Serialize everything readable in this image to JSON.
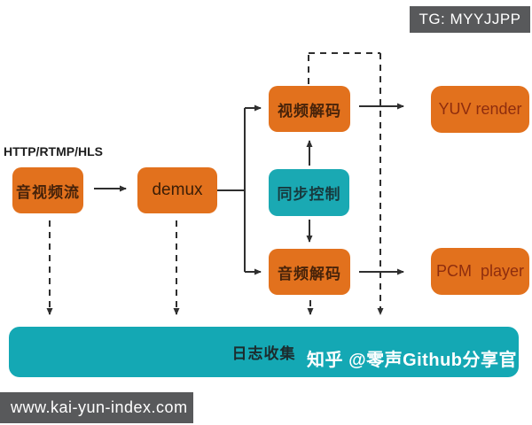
{
  "title_badge": {
    "label": "TG: MYYJJPP"
  },
  "diagram": {
    "protocol_label": "HTTP/RTMP/HLS",
    "nodes": {
      "stream": {
        "label": "音视频流"
      },
      "demux": {
        "label": "demux"
      },
      "video_decode": {
        "label": "视频解码"
      },
      "sync_control": {
        "label": "同步控制"
      },
      "audio_decode": {
        "label": "音频解码"
      },
      "yuv_render": {
        "label": "YUV render"
      },
      "pcm_player": {
        "label": "PCM  player"
      }
    },
    "edges": [
      {
        "from": "音视频流",
        "to": "demux",
        "style": "solid"
      },
      {
        "from": "demux",
        "to": "视频解码",
        "style": "solid"
      },
      {
        "from": "demux",
        "to": "音频解码",
        "style": "solid"
      },
      {
        "from": "同步控制",
        "to": "视频解码",
        "style": "solid"
      },
      {
        "from": "同步控制",
        "to": "音频解码",
        "style": "solid"
      },
      {
        "from": "视频解码",
        "to": "YUV render",
        "style": "solid"
      },
      {
        "from": "音频解码",
        "to": "PCM player",
        "style": "solid"
      },
      {
        "from": "视频解码",
        "to": "日志收集",
        "style": "dashed"
      },
      {
        "from": "音视频流",
        "to": "日志收集",
        "style": "dashed"
      },
      {
        "from": "demux",
        "to": "日志收集",
        "style": "dashed"
      },
      {
        "from": "音频解码",
        "to": "日志收集",
        "style": "dashed"
      }
    ]
  },
  "log_bar": {
    "label": "日志收集",
    "watermark": "知乎 @零声Github分享官"
  },
  "footer": {
    "url": "www.kai-yun-index.com"
  },
  "colors": {
    "node_orange": "#e2711d",
    "node_teal": "#1aa9b3",
    "log_bar_teal": "#14a8b4",
    "badge_gray": "#58595b",
    "arrow": "#2f2f2f"
  }
}
